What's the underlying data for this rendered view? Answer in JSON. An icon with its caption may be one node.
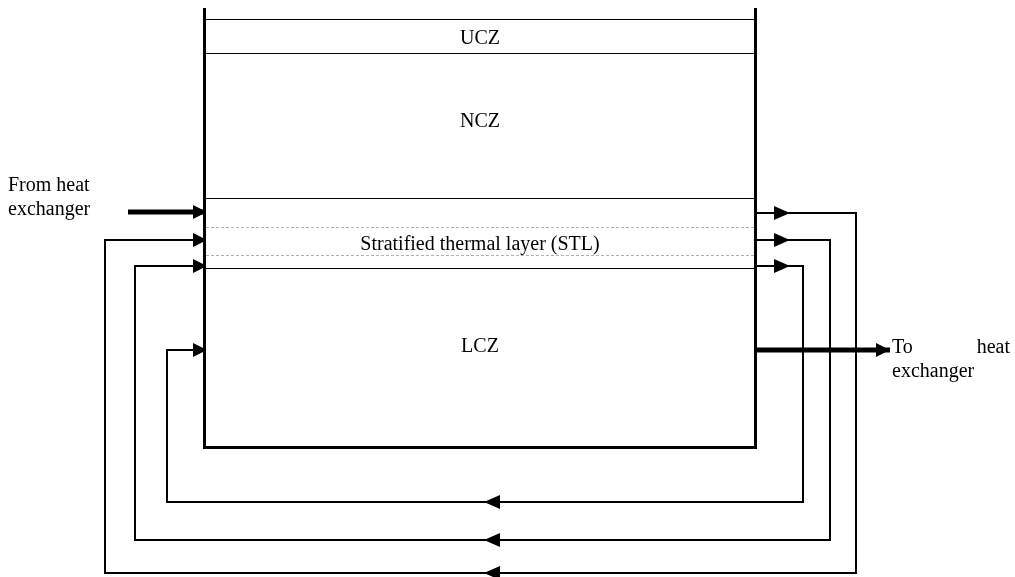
{
  "diagram": {
    "nodes": [
      {
        "text": [],
        "shape": "box"
      },
      {
        "text": [
          "UCZ"
        ],
        "in": 0
      },
      {
        "text": [
          "NCZ"
        ],
        "in": 0
      },
      {
        "text": [
          "Stratified thermal layer (STL)"
        ],
        "in": 0
      },
      {
        "text": [
          "LCZ"
        ],
        "in": 0
      },
      {
        "text": [
          "From heat exchanger"
        ]
      },
      {
        "text": [
          "To heat exchanger"
        ]
      }
    ],
    "edges": [
      {
        "from": 5,
        "to": 3,
        "arrow": "to",
        "style": "thick"
      },
      {
        "from": 3,
        "to": 3,
        "arrow": "to"
      },
      {
        "from": 3,
        "to": 3,
        "arrow": "to"
      },
      {
        "from": 3,
        "to": 4,
        "arrow": "to"
      },
      {
        "from": 4,
        "to": 6,
        "arrow": "to",
        "style": "thick"
      }
    ]
  }
}
